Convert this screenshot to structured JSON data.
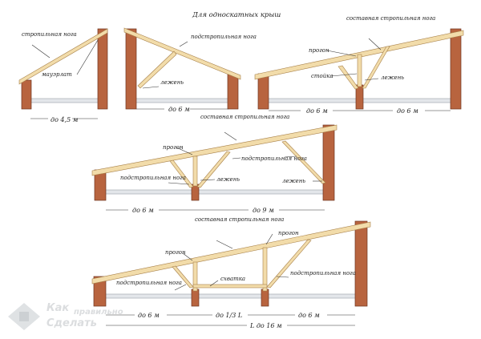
{
  "title": "Для односкатных крыш",
  "diagram1": {
    "rafter": "стропильная нога",
    "mauerlat": "мауэрлат",
    "span": "до 4,5 м"
  },
  "diagram2": {
    "strut": "подстропильная нога",
    "sill": "лежень",
    "span": "до 6 м"
  },
  "diagram3": {
    "rafter": "составная стропильная нога",
    "purlin": "прогон",
    "post": "стойка",
    "sill": "лежень",
    "span_left": "до 6 м",
    "span_right": "до 6 м"
  },
  "diagram4": {
    "rafter": "составная стропильная нога",
    "purlin": "прогон",
    "strut_left": "подстропильная нога",
    "sill_mid": "лежень",
    "strut_right": "подстропильная нога",
    "sill_right": "лежень",
    "span_left": "до 6 м",
    "span_right": "до 9 м"
  },
  "diagram5": {
    "rafter": "составная стропильная нога",
    "purlin_left": "прогон",
    "purlin_right": "прогон",
    "strut_left": "подстропильная нога",
    "tie": "схватка",
    "strut_right": "подстропильная нога",
    "span_left": "до 6 м",
    "span_mid": "до 1/3 L",
    "span_right": "до 6 м",
    "span_total": "L до 16 м"
  },
  "watermark": {
    "line1": "Как",
    "line2": "правильно",
    "line3": "Сделать"
  }
}
